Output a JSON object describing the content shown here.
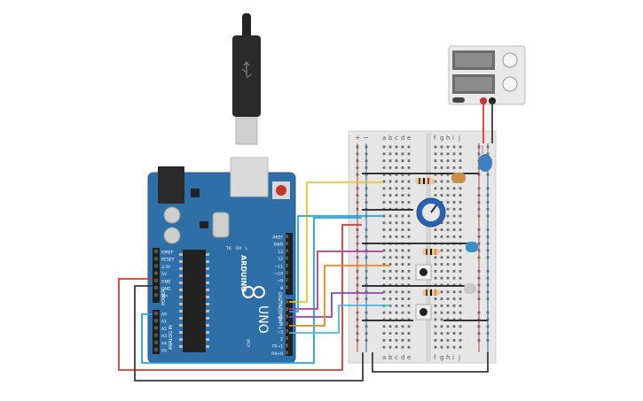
{
  "arduino": {
    "brand": "ARDUINO",
    "model": "UNO",
    "power_label": "POWER",
    "analog_label": "ANALOG IN",
    "digital_label": "DIGITAL (PWM~)",
    "reset_label": "RESET",
    "icsp_label": "ICSP",
    "power_pins": [
      "IOREF",
      "RESET",
      "3.3V",
      "5V",
      "GND",
      "GND",
      "Vin"
    ],
    "analog_pins": [
      "A0",
      "A1",
      "A2",
      "A3",
      "A4",
      "A5"
    ],
    "digital_top_pins": [
      "AREF",
      "GND",
      "13",
      "12",
      "~11",
      "~10",
      "~9",
      "8"
    ],
    "digital_bottom_pins": [
      "7",
      "~6",
      "~5",
      "4",
      "~3",
      "2",
      "TX→1",
      "RX←0"
    ],
    "led_labels": [
      "TX",
      "RX",
      "L"
    ]
  },
  "breadboard": {
    "columns_left": [
      "a",
      "b",
      "c",
      "d",
      "e"
    ],
    "columns_right": [
      "f",
      "g",
      "h",
      "i",
      "j"
    ],
    "rail_plus": "+",
    "rail_minus": "−",
    "row_count": 30
  },
  "wire_colors": {
    "red": "#d63b2f",
    "black": "#3a3a3a",
    "yellow": "#f2c12e",
    "blue": "#2aa3d6",
    "orange": "#e98a1c",
    "purple": "#8e44ad",
    "magenta": "#b23c9a",
    "cyan": "#4fb9d1"
  },
  "component_colors": {
    "board": "#2f6fa8",
    "led_amber": "#c7914a",
    "led_blue": "#3a8fc4",
    "led_white": "#c9c9c9",
    "pot": "#2b63b3",
    "capacitor": "#3f7fc0"
  }
}
